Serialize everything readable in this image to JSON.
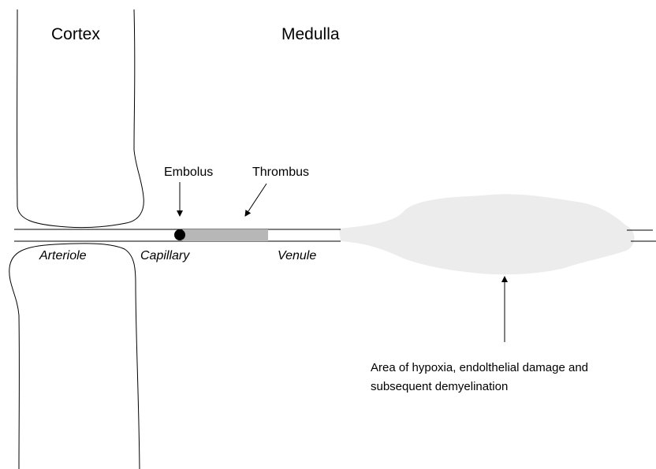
{
  "labels": {
    "cortex": "Cortex",
    "medulla": "Medulla",
    "embolus": "Embolus",
    "thrombus": "Thrombus",
    "arteriole": "Arteriole",
    "capillary": "Capillary",
    "venule": "Venule",
    "lesion_line1": "Area of hypoxia, endolthelial damage and",
    "lesion_line2": "subsequent demyelination"
  },
  "colors": {
    "outline": "#000000",
    "thrombus": "#b7b7b7",
    "lesion": "#ececec",
    "embolus": "#000000"
  }
}
